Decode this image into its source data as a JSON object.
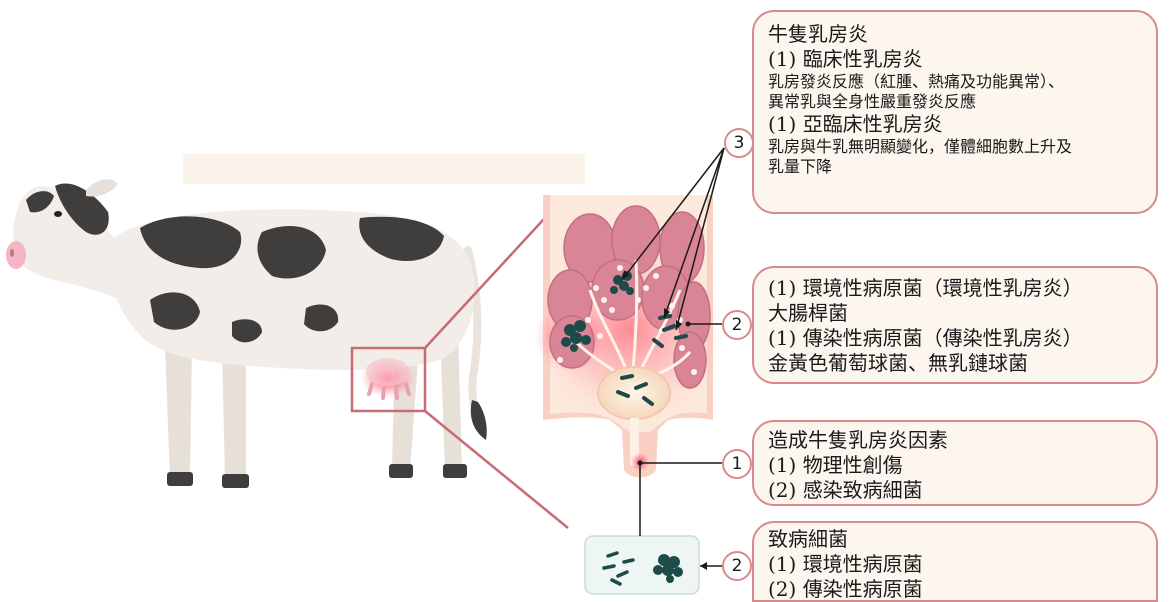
{
  "box3": {
    "title": "牛隻乳房炎",
    "line1": "(1) 臨床性乳房炎",
    "line2": "乳房發炎反應（紅腫、熱痛及功能異常）、",
    "line3": "異常乳與全身性嚴重發炎反應",
    "line4": "(1) 亞臨床性乳房炎",
    "line5": "乳房與牛乳無明顯變化，僅體細胞數上升及",
    "line6": "乳量下降"
  },
  "box2a": {
    "line1": "(1) 環境性病原菌（環境性乳房炎）",
    "line2": "大腸桿菌",
    "line3": "(1) 傳染性病原菌（傳染性乳房炎）",
    "line4": "金黃色葡萄球菌、無乳鏈球菌"
  },
  "box1": {
    "title": "造成牛隻乳房炎因素",
    "line1": "(1) 物理性創傷",
    "line2": "(2) 感染致病細菌"
  },
  "box2b": {
    "title": "致病細菌",
    "line1": "(1) 環境性病原菌",
    "line2": "(2) 傳染性病原菌"
  },
  "markers": {
    "m3": "3",
    "m2a": "2",
    "m1": "1",
    "m2b": "2"
  },
  "colors": {
    "box_border": "#d98a8c",
    "box_fill": "#fcf6ef",
    "bacteria": "#1e4a4a",
    "inflammation": "#e8414f"
  }
}
